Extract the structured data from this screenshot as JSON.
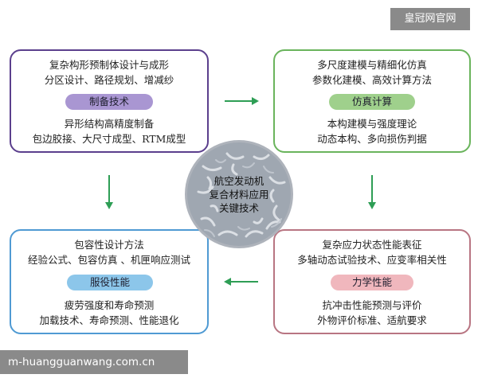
{
  "watermark_tag": "皇冠网官网",
  "site_banner": "m-huangguanwang.com.cn",
  "center": {
    "lines": [
      "航空发动机",
      "复合材料应用",
      "关键技术"
    ]
  },
  "quadrants": {
    "top_left": {
      "title": "制备技术",
      "top_lines": [
        "复杂构形预制体设计与成形",
        "分区设计、路径规划、增减纱"
      ],
      "bottom_lines": [
        "异形结构高精度制备",
        "包边胶接、大尺寸成型、RTM成型"
      ],
      "color": "#5b3f8d",
      "pill_color": "#a996d2"
    },
    "top_right": {
      "title": "仿真计算",
      "top_lines": [
        "多尺度建模与精细化仿真",
        "参数化建模、高效计算方法"
      ],
      "bottom_lines": [
        "本构建模与强度理论",
        "动态本构、多向损伤判据"
      ],
      "color": "#6ab45c",
      "pill_color": "#9fd08c"
    },
    "bottom_left": {
      "title": "服役性能",
      "top_lines": [
        "包容性设计方法",
        "经验公式、包容仿真 、机匣响应测试"
      ],
      "bottom_lines": [
        "疲劳强度和寿命预测",
        "加载技术、寿命预测、性能退化"
      ],
      "color": "#4f9ad3",
      "pill_color": "#8cc6ea"
    },
    "bottom_right": {
      "title": "力学性能",
      "top_lines": [
        "复杂应力状态性能表征",
        "多轴动态试验技术、应变率相关性"
      ],
      "bottom_lines": [
        "抗冲击性能预测与评价",
        "外物评价标准、适航要求"
      ],
      "color": "#b87582",
      "pill_color": "#f0b7bd"
    }
  },
  "arrow_color": "#2e9e55"
}
